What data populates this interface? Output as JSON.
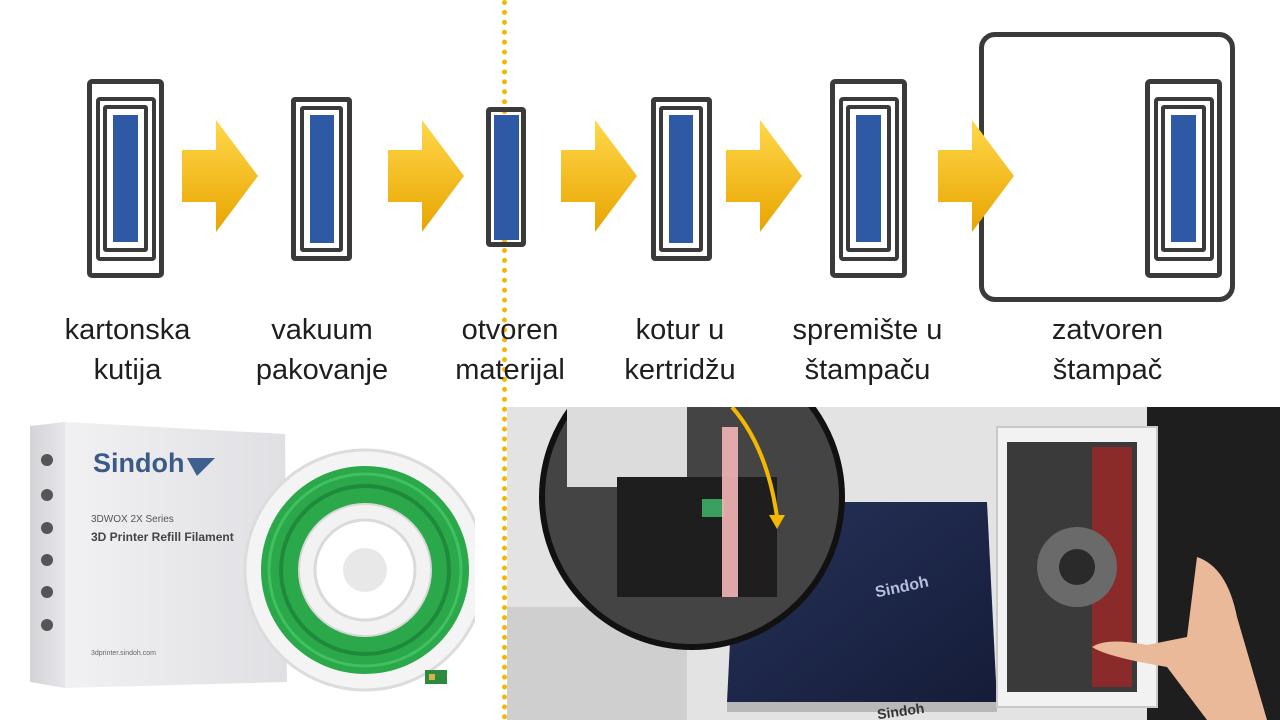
{
  "steps": [
    {
      "label": "kartonska\nkutija"
    },
    {
      "label": "vakuum\npakovanje"
    },
    {
      "label": "otvoren\nmaterijal"
    },
    {
      "label": "kotur u\nkertridžu"
    },
    {
      "label": "spremište u\nštampaču"
    },
    {
      "label": "zatvoren\nštampač"
    }
  ],
  "box_photo": {
    "brand": "Sindoh",
    "series": "3DWOX 2X Series",
    "product": "3D Printer Refill Filament",
    "url": "3dprinter.sindoh.com"
  },
  "printer_photo": {
    "brand": "Sindoh",
    "plate_brand": "Sindoh"
  },
  "colors": {
    "core": "#2e5aa5",
    "frame": "#3a3a3a",
    "arrow": "#f5b800",
    "divider": "#f0b800",
    "filament": "#2aa84a"
  }
}
